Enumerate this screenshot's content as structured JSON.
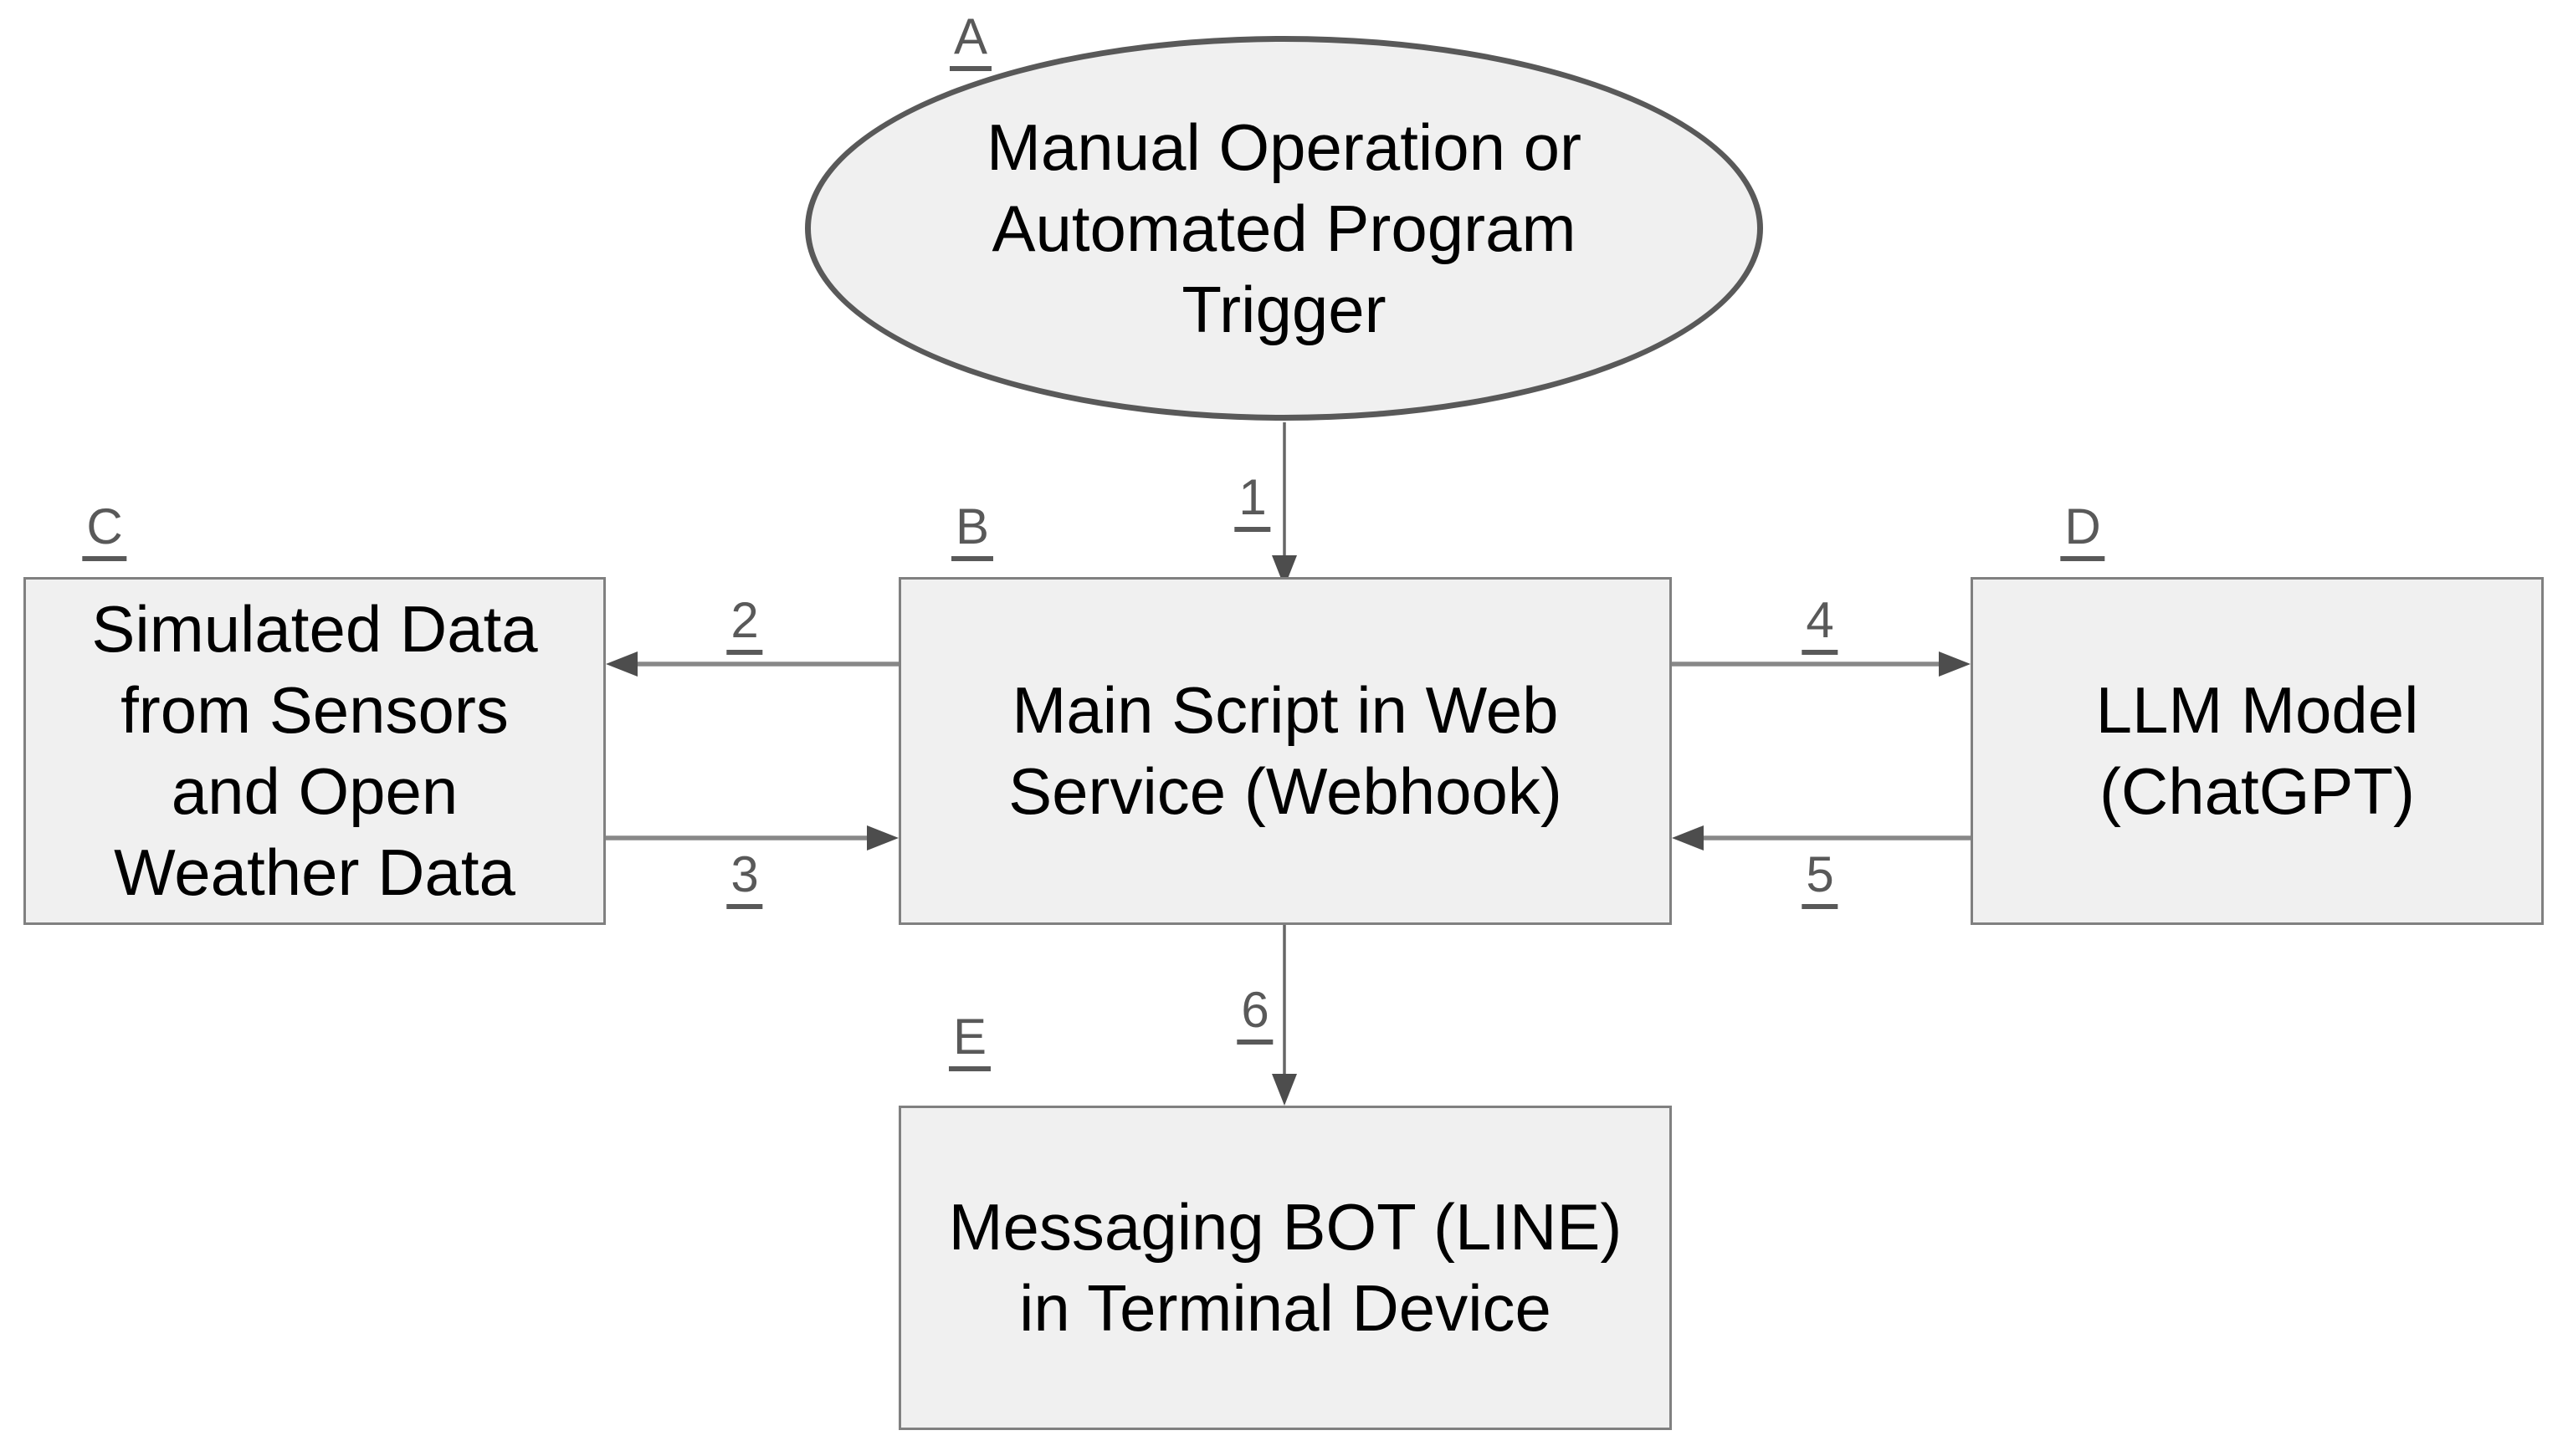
{
  "diagram": {
    "colors": {
      "background": "#ffffff",
      "node_fill": "#f0f0f0",
      "box_border": "#808080",
      "ellipse_border": "#595959",
      "arrow_line": "#888888",
      "arrow_line_v": "#666666",
      "arrow_head": "#4d4d4d",
      "label_color": "#595959",
      "text_color": "#000000"
    },
    "nodes": {
      "A": {
        "tag": "A",
        "shape": "ellipse",
        "lines": [
          "Manual Operation or",
          "Automated Program",
          "Trigger"
        ]
      },
      "B": {
        "tag": "B",
        "shape": "rect",
        "lines": [
          "Main Script in Web",
          "Service (Webhook)"
        ]
      },
      "C": {
        "tag": "C",
        "shape": "rect",
        "lines": [
          "Simulated Data",
          "from Sensors",
          "and Open",
          "Weather Data"
        ]
      },
      "D": {
        "tag": "D",
        "shape": "rect",
        "lines": [
          "LLM Model",
          "(ChatGPT)"
        ]
      },
      "E": {
        "tag": "E",
        "shape": "rect",
        "lines": [
          "Messaging BOT (LINE)",
          "in Terminal Device"
        ]
      }
    },
    "edges": [
      {
        "label": "1",
        "from": "A",
        "to": "B",
        "direction": "down"
      },
      {
        "label": "2",
        "from": "B",
        "to": "C",
        "direction": "left"
      },
      {
        "label": "3",
        "from": "C",
        "to": "B",
        "direction": "right"
      },
      {
        "label": "4",
        "from": "B",
        "to": "D",
        "direction": "right"
      },
      {
        "label": "5",
        "from": "D",
        "to": "B",
        "direction": "left"
      },
      {
        "label": "6",
        "from": "B",
        "to": "E",
        "direction": "down"
      }
    ]
  }
}
